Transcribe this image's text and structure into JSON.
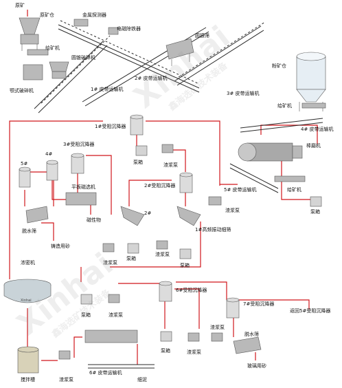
{
  "labels": {
    "raw_ore": "原矿",
    "raw_ore_bin": "原矿仓",
    "metal_detector": "金属探测器",
    "electric_iron_remover": "电磁除铁器",
    "feeder_top": "给矿机",
    "cone_crusher": "圆锥破碎机",
    "jaw_crusher": "颚式破碎机",
    "belt_1": "1# 皮带运输机",
    "belt_2": "2# 皮带运输机",
    "belt_3": "3# 皮带运输机",
    "circular_screen": "圆振筛",
    "powder_bin": "粉矿仓",
    "feeder_right": "给矿机",
    "belt_4": "4# 皮带运输机",
    "rod_mill": "棒磨机",
    "feeder_bottom": "给矿机",
    "belt_5": "5# 皮带运输机",
    "slurry_pump_r": "渣浆泵",
    "pump_box_r": "泵箱",
    "hindered_1": "1#受阻沉降器",
    "pump_box_1": "泵箱",
    "slurry_pump_1": "渣浆泵",
    "hindered_2": "2#受阻沉降器",
    "hindered_3": "3#受阻沉降器",
    "hindered_4": "4#",
    "hindered_5": "5#",
    "flat_magnetic": "平板磁选机",
    "magnetic": "磁性物",
    "dewater_screen_l": "脱水筛",
    "casting_sand": "铸造用砂",
    "screen_2": "2#",
    "screen_1": "1#高频振动细筛",
    "slurry_pump_a": "渣浆泵",
    "pump_box_a": "泵箱",
    "slurry_pump_b": "渣浆泵",
    "pump_box_b": "泵箱",
    "thickener": "浓密机",
    "slurry_pump_c": "渣浆泵",
    "pump_box_c": "泵箱",
    "hindered_6": "6#受阻沉降器",
    "hindered_7": "7#受阻沉降器",
    "return_5": "返回5#受阻沉降器",
    "slurry_pump_d": "渣浆泵",
    "pump_box_d": "泵箱",
    "slurry_pump_e": "渣浆泵",
    "dewater_screen_r": "脱水筛",
    "glass_sand": "玻璃用砂",
    "belt_6": "6# 皮带运输机",
    "fine_tailings": "细泥",
    "agitator": "搅拌槽",
    "slurry_pump_f": "渣浆泵"
  },
  "watermark": {
    "brand": "Xinhai",
    "slogan": "鑫海选矿技术装备",
    "tank_logo": "Xinhai"
  },
  "colors": {
    "flow_line": "#d0161b",
    "equipment": "#8a8a8a",
    "belt": "#2a2a2a"
  }
}
